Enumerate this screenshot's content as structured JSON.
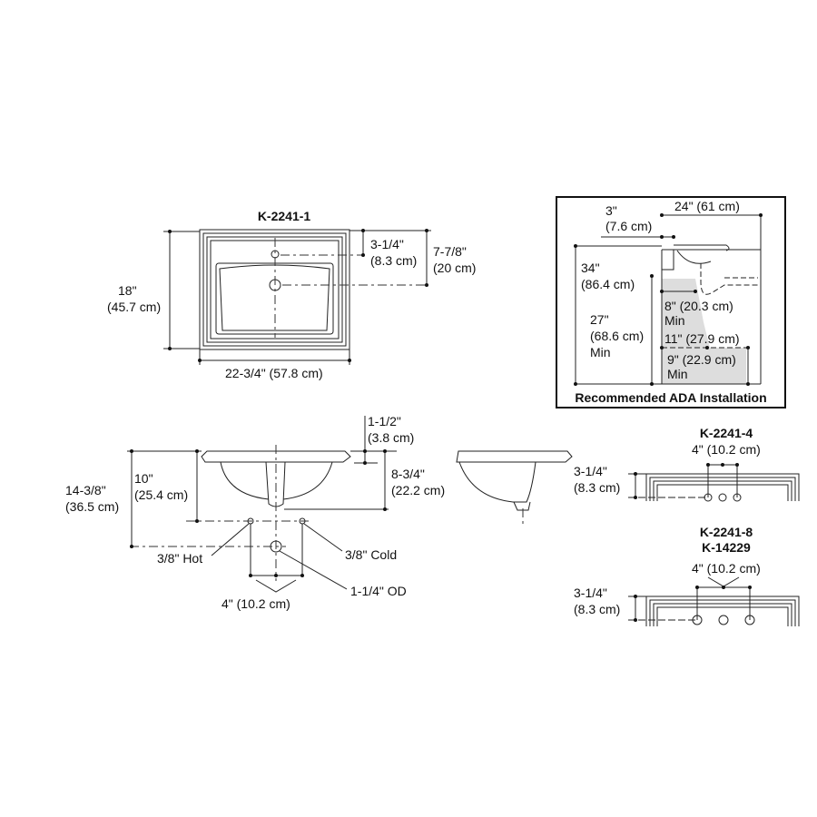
{
  "top_view": {
    "model": "K-2241-1",
    "height_in": "18\"",
    "height_cm": "(45.7 cm)",
    "width": "22-3/4\" (57.8 cm)",
    "faucet_offset_in": "3-1/4\"",
    "faucet_offset_cm": "(8.3 cm)",
    "drain_offset_in": "7-7/8\"",
    "drain_offset_cm": "(20 cm)"
  },
  "side_view": {
    "overall_in": "14-3/8\"",
    "overall_cm": "(36.5 cm)",
    "supply_in": "10\"",
    "supply_cm": "(25.4 cm)",
    "rim_in": "1-1/2\"",
    "rim_cm": "(3.8 cm)",
    "depth_in": "8-3/4\"",
    "depth_cm": "(22.2 cm)",
    "hot": "3/8\" Hot",
    "cold": "3/8\" Cold",
    "drain": "1-1/4\" OD",
    "spacing": "4\" (10.2 cm)"
  },
  "ada": {
    "title": "Recommended ADA Installation",
    "setback_in": "3\"",
    "setback_cm": "(7.6 cm)",
    "depth": "24\" (61 cm)",
    "height_in": "34\"",
    "height_cm": "(86.4 cm)",
    "knee_in": "27\"",
    "knee_cm": "(68.6 cm)",
    "knee_min": "Min",
    "knee_depth": "8\" (20.3 cm)",
    "knee_depth_min": "Min",
    "toe_depth": "11\" (27.9 cm)",
    "toe_height": "9\" (22.9 cm)",
    "toe_height_min": "Min"
  },
  "variant_4": {
    "model": "K-2241-4",
    "spacing": "4\" (10.2 cm)",
    "offset_in": "3-1/4\"",
    "offset_cm": "(8.3 cm)"
  },
  "variant_8": {
    "model_1": "K-2241-8",
    "model_2": "K-14229",
    "spacing": "4\" (10.2 cm)",
    "offset_in": "3-1/4\"",
    "offset_cm": "(8.3 cm)"
  }
}
